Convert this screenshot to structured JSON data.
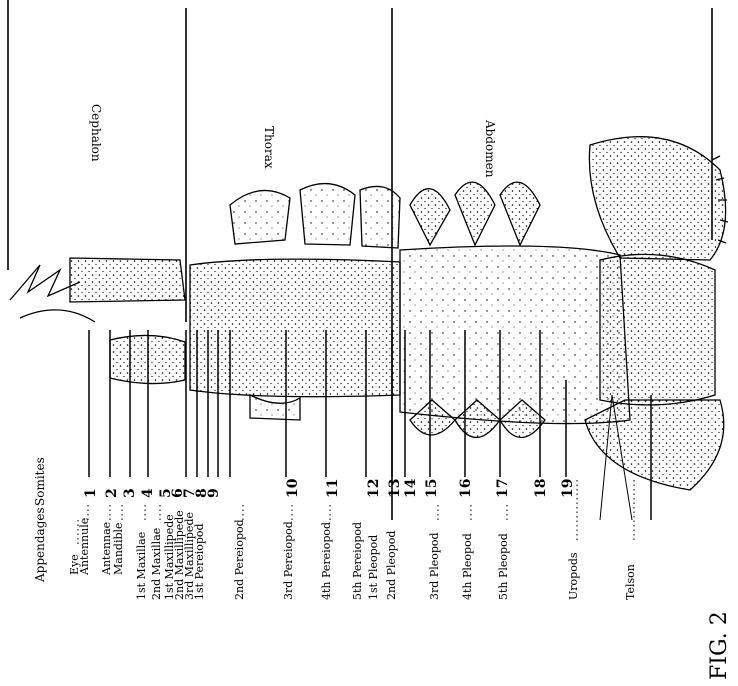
{
  "region_labels": [
    "Cephalon",
    "Thorax",
    "Abdomen"
  ],
  "column_headers": {
    "appendages": "Appendages",
    "somites": "Somites"
  },
  "rows": [
    {
      "appendage": "Eye",
      "somite": ""
    },
    {
      "appendage": "Antennule",
      "somite": "1"
    },
    {
      "appendage": "Antennae",
      "somite": "2"
    },
    {
      "appendage": "Mandible",
      "somite": "3"
    },
    {
      "appendage": "1st Maxillae",
      "somite": "4"
    },
    {
      "appendage": "2nd Maxillae",
      "somite": "5"
    },
    {
      "appendage": "1st Maxillipede",
      "somite": "6"
    },
    {
      "appendage": "2nd Maxillipede",
      "somite": "7"
    },
    {
      "appendage": "3rd Maxillipede",
      "somite": "8"
    },
    {
      "appendage": "1st Pereiopod",
      "somite": "9"
    },
    {
      "appendage": "2nd Pereiopod",
      "somite": "10"
    },
    {
      "appendage": "3rd Pereiopod",
      "somite": "11"
    },
    {
      "appendage": "4th Pereiopod",
      "somite": "12"
    },
    {
      "appendage": "5th Pereiopod",
      "somite": "13"
    },
    {
      "appendage": "1st Pleopod",
      "somite": "14"
    },
    {
      "appendage": "2nd Pleopod",
      "somite": "15"
    },
    {
      "appendage": "3rd Pleopod",
      "somite": "16"
    },
    {
      "appendage": "4th Pleopod",
      "somite": "17"
    },
    {
      "appendage": "5th Pleopod",
      "somite": "18"
    },
    {
      "appendage": "",
      "somite": "19"
    },
    {
      "appendage": "Uropods",
      "somite": ""
    },
    {
      "appendage": "Telson",
      "somite": ""
    }
  ],
  "figure_caption": "FIG. 2"
}
